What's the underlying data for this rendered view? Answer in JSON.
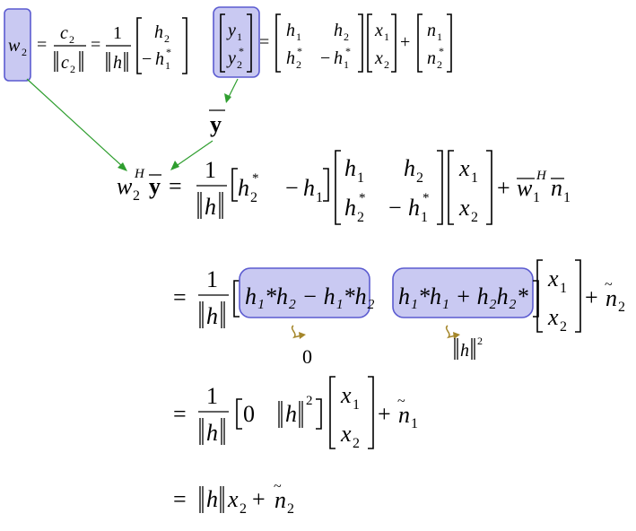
{
  "eq1": {
    "lhs_var": "w",
    "lhs_sub": "2",
    "frac_num_var": "c",
    "frac_num_sub": "2",
    "frac_den_var": "c",
    "frac_den_sub": "2",
    "one": "1",
    "norm_var": "h",
    "vec_top_var": "h",
    "vec_top_sub": "2",
    "vec_bot_minus": "−",
    "vec_bot_var": "h",
    "vec_bot_sub": "1",
    "star": "*"
  },
  "eq2": {
    "y_top_var": "y",
    "y_top_sub": "1",
    "y_bot_var": "y",
    "y_bot_sub": "2",
    "m11_var": "h",
    "m11_sub": "1",
    "m12_var": "h",
    "m12_sub": "2",
    "m21_var": "h",
    "m21_sub": "2",
    "m22_minus": "−",
    "m22_var": "h",
    "m22_sub": "1",
    "x1_var": "x",
    "x1_sub": "1",
    "x2_var": "x",
    "x2_sub": "2",
    "n1_var": "n",
    "n1_sub": "1",
    "n2_var": "n",
    "n2_sub": "2",
    "plus": "+",
    "equals": "=",
    "star": "*"
  },
  "ybar_label": "y",
  "eq3": {
    "w_var": "w",
    "w_sub": "2",
    "w_sup": "H",
    "y_bold": "y",
    "one": "1",
    "norm_var": "h",
    "r1_var": "h",
    "r1_sub": "2",
    "r2_minus": "−",
    "r2_var": "h",
    "r2_sub": "1",
    "m11_var": "h",
    "m11_sub": "1",
    "m12_var": "h",
    "m12_sub": "2",
    "m21_var": "h",
    "m21_sub": "2",
    "m22_minus": "−",
    "m22_var": "h",
    "m22_sub": "1",
    "x1_var": "x",
    "x1_sub": "1",
    "x2_var": "x",
    "x2_sub": "2",
    "wn_w": "w",
    "wn_wsub": "1",
    "wn_sup": "H",
    "wn_n": "n",
    "wn_nsub": "1",
    "plus": "+",
    "equals": "=",
    "star": "*"
  },
  "eq4": {
    "one": "1",
    "norm_var": "h",
    "term1": "(h",
    "term1_text": "h₁*h₂ − h₁*h₂",
    "term2_text": "h₁*h₁ + h₂h₂*",
    "x1_var": "x",
    "x1_sub": "1",
    "x2_var": "x",
    "x2_sub": "2",
    "nt_var": "n",
    "nt_sub": "2",
    "plus": "+",
    "equals": "=",
    "label_zero": "0",
    "label_norm_var": "h",
    "label_norm_sup": "2"
  },
  "eq5": {
    "one": "1",
    "norm_var": "h",
    "zero": "0",
    "norm_sq_var": "h",
    "norm_sq_sup": "2",
    "x1_var": "x",
    "x1_sub": "1",
    "x2_var": "x",
    "x2_sub": "2",
    "nt_var": "n",
    "nt_sub": "1",
    "plus": "+",
    "equals": "="
  },
  "eq6": {
    "equals": "=",
    "norm_var": "h",
    "x_var": "x",
    "x_sub": "2",
    "plus": "+",
    "nt_var": "n",
    "nt_sub": "2"
  },
  "colors": {
    "highlight_fill": "#c9c9f2",
    "highlight_stroke": "#5b5bd0",
    "arrow_green": "#2f9e2f",
    "arrow_brown": "#a5872b"
  }
}
